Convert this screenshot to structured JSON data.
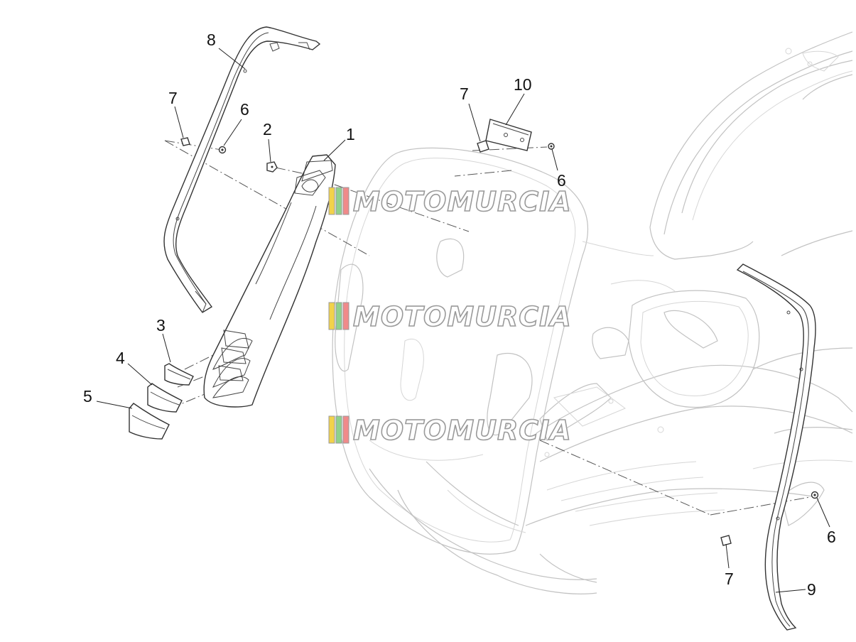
{
  "diagram": {
    "callouts": [
      {
        "id": "c8",
        "label": "8"
      },
      {
        "id": "c7a",
        "label": "7"
      },
      {
        "id": "c6a",
        "label": "6"
      },
      {
        "id": "c2",
        "label": "2"
      },
      {
        "id": "c1",
        "label": "1"
      },
      {
        "id": "c3",
        "label": "3"
      },
      {
        "id": "c4",
        "label": "4"
      },
      {
        "id": "c5",
        "label": "5"
      },
      {
        "id": "c7b",
        "label": "7"
      },
      {
        "id": "c10",
        "label": "10"
      },
      {
        "id": "c6b",
        "label": "6"
      },
      {
        "id": "c6c",
        "label": "6"
      },
      {
        "id": "c7c",
        "label": "7"
      },
      {
        "id": "c9",
        "label": "9"
      }
    ],
    "watermark": {
      "text": "MOTOMURCIA",
      "stripe_colors": [
        "#f2d24a",
        "#8fd18b",
        "#f08a8a"
      ]
    }
  }
}
